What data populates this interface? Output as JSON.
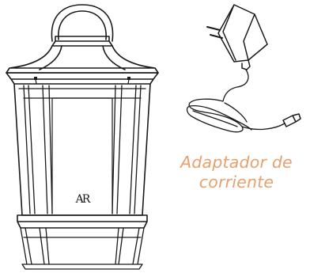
{
  "lantern": {
    "logo_text": "AR"
  },
  "adapter": {
    "caption_line1": "Adaptador de",
    "caption_line2": "corriente"
  },
  "colors": {
    "line": "#1a1a1a",
    "caption": "#e8a06e",
    "background": "#ffffff"
  }
}
